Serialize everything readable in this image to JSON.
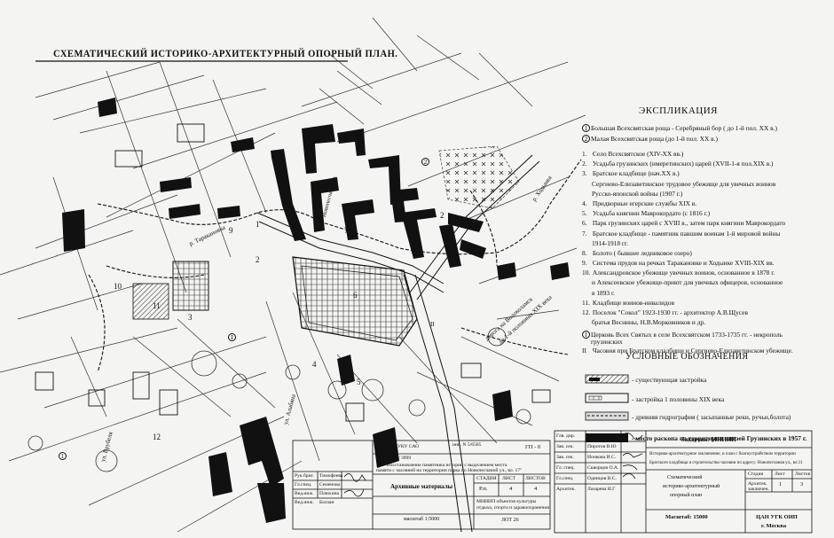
{
  "title": "СХЕМАТИЧЕСКИЙ ИСТОРИКО-АРХИТЕКТУРНЫЙ ОПОРНЫЙ ПЛАН.",
  "explication": {
    "title": "ЭКСПЛИКАЦИЯ",
    "circled_items": [
      {
        "num": "1",
        "text": "Большая Всехсвятская роща - Серебряный бор ( до 1-й пол. XX в.)"
      },
      {
        "num": "2",
        "text": "Малая Всехсвятская роща (до 1-й пол. XX в.)"
      }
    ],
    "items": [
      {
        "num": "1.",
        "text": "Село Всехсвятское (XIV-XX вв.)"
      },
      {
        "num": "2.",
        "text": "Усадьба грузинских (имеретинских) царей (XVII-1-я пол.XIX в.)"
      },
      {
        "num": "3.",
        "text": "Братское кладбище (нач.XX в.)"
      },
      {
        "num": "",
        "text": "Сергиево-Елизаветинское трудовое убежище для увечных воинов"
      },
      {
        "num": "",
        "text": "Русско-японской войны (1907 г.)"
      },
      {
        "num": "4.",
        "text": "Придворные егерские службы XIX в."
      },
      {
        "num": "5.",
        "text": "Усадьба княгини Маврокордато (с 1816 г.)"
      },
      {
        "num": "6.",
        "text": "Парк грузинских царей с XVIII в., затем парк княгини Маврокордато"
      },
      {
        "num": "7.",
        "text": "Братское кладбище - памятник павшим воинам 1-й мировой войны"
      },
      {
        "num": "",
        "text": "1914-1918 гг."
      },
      {
        "num": "8.",
        "text": "Болото ( бывшее ледниковое озеро)"
      },
      {
        "num": "9.",
        "text": "Система прудов на речках Таракановке и Ходынке XVIII-XIX вв."
      },
      {
        "num": "10.",
        "text": "Александровское убежище увечных воинов, основанное в 1878 г."
      },
      {
        "num": "",
        "text": "и Алексеевское убежище-приют для увечных офицеров, основанное"
      },
      {
        "num": "",
        "text": "в 1893 г."
      },
      {
        "num": "11.",
        "text": "Кладбище воинов-инвалидов"
      },
      {
        "num": "12.",
        "text": "Поселок \"Сокол\" 1923-1930 гг. - архитектор А.В.Щусев"
      },
      {
        "num": "",
        "text": "братья Веснины, Н.В.Морковников и др."
      }
    ],
    "circled_item_i": {
      "num": "I",
      "text": "Церковь Всех Святых в селе Всехсвятском 1733-1735 гг. - некрополь"
    },
    "circled_item_i_cont": "грузинских",
    "item_ii": {
      "num": "II",
      "text": "Часовня при Братском кладбище и Сергиево-Елизаветинском убежище."
    }
  },
  "legend": {
    "title": "УСЛОВНЫЕ ОБОЗНАЧЕНИЯ",
    "items": [
      "- существующая застройка",
      "- застройка 1 половины XIX века",
      "- древняя гидрография ( засыпанные реки, ручьи,болота)",
      "- место раскопа на территории князей Грузинских в 1957 г."
    ]
  },
  "map_labels": {
    "street_tarakanovka": "р. Таракановка",
    "road_volokolamsk_1": "дорога на Волоколамск",
    "road_volokolamsk_2": "до 1-й половины XIX века",
    "river_khodynka": "р. Ходынка",
    "street_novopeschanaya": "Новопесчаная ул.",
    "street_vrubelya": "ул. Врубеля",
    "street_alabyana": "ул. Алабяна",
    "n1": "1",
    "n2": "2",
    "n2b": "2",
    "n3": "3",
    "n4": "4",
    "n5": "5",
    "n6": "6",
    "n7": "7",
    "n9": "9",
    "n9b": "9",
    "n10": "10",
    "n11": "11",
    "n12": "12",
    "ci1": "1",
    "ci2": "2",
    "cI": "I",
    "cII": "II"
  },
  "title_block_left": {
    "row1_l": "Рук.бриг.",
    "row1_n": "Тимофеева",
    "row2_l": "Гл.спец.",
    "row2_n": "Семенова",
    "row3_l": "Вед.инж.",
    "row3_n": "Плюхина",
    "row4_l": "Вед.инж.",
    "row4_n": "Болзан",
    "order": "Заказчик:  УКУ САО",
    "inv": "инв. N 5/6505",
    "code": "Шифр: 95 / 3999",
    "gp": "ГП - 0",
    "desc1": "Р.п. \"Восстановление памятника истории с выделением места",
    "desc2": "памяти с часовней на территории парка по Новопесчаной ул., вл. 17\"",
    "stage_h": "СТАДИЯ",
    "sheet_h": "ЛИСТ",
    "sheets_h": "ЛИСТОВ",
    "stage": "Р.п.",
    "sheet": "4",
    "sheets": "4",
    "archive": "Архивные материалы",
    "scale": "масштаб 1:5000",
    "org1": "МНИИП объектов культуры",
    "org2": "отдыха, спорта и здравоохранения",
    "lot": "ЛОТ  26"
  },
  "title_block_right": {
    "roles": [
      "Глв. дир.",
      "Зав. сек.",
      "Зав. сек.",
      "Гл. спец.",
      "Гл.спец.",
      "Архитек."
    ],
    "names": [
      "Векслер А.Г.",
      "Пирогов В.Ю",
      "Ионкова И.С.",
      "Скворцов О.А.",
      "Одинцов В.С.",
      "Лазарева И.Г"
    ],
    "customer": "Заказчик: МНИИП",
    "desc1": "Историко-архитектурное заключение, и план с благоустройством территории",
    "desc2": "Братского кладбища и строительство часовни по адресу: Новопесчаная ул., вл.11",
    "plan1": "Схематический",
    "plan2": "историко-архитектурный",
    "plan3": "опорный план",
    "stage_h": "Стадия",
    "sheet_h": "Лист",
    "sheets_h": "Листов",
    "stage": "Архитек.",
    "stage2": "заключен.",
    "sheet": "1",
    "sheets": "3",
    "scale": "Масштаб: 15000",
    "org1": "ЦАН УГК ОИП",
    "org2": "г. Москва"
  }
}
